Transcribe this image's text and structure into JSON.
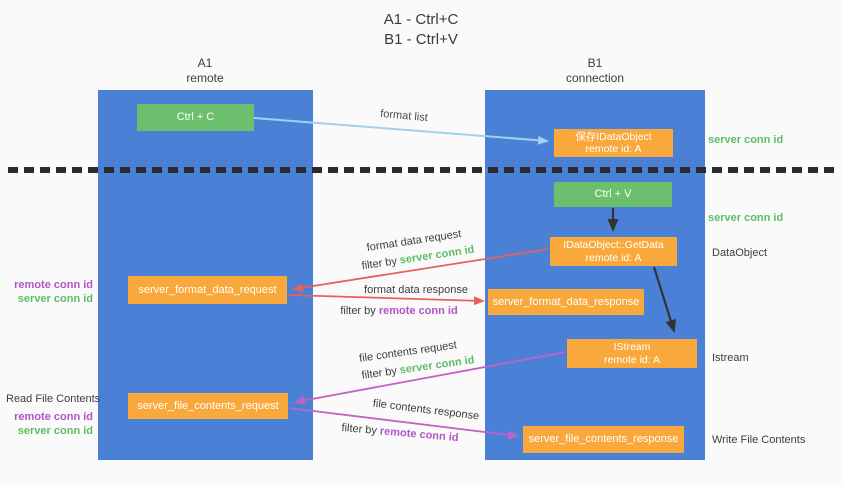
{
  "title": {
    "line1": "A1 - Ctrl+C",
    "line2": "B1 - Ctrl+V"
  },
  "columns": {
    "left": {
      "name": "A1",
      "subtitle": "remote"
    },
    "right": {
      "name": "B1",
      "subtitle": "connection"
    }
  },
  "boxes": {
    "ctrl_c": {
      "label": "Ctrl + C"
    },
    "save_dataobject": {
      "line1": "保存IDataObject",
      "line2": "remote id: A"
    },
    "ctrl_v": {
      "label": "Ctrl + V"
    },
    "getdata": {
      "line1": "IDataObject::GetData",
      "line2": "remote id: A"
    },
    "format_data_request": {
      "label": "server_format_data_request"
    },
    "format_data_response": {
      "label": "server_format_data_response"
    },
    "istream": {
      "line1": "IStream",
      "line2": "remote id: A"
    },
    "file_contents_request": {
      "label": "server_file_contents_request"
    },
    "file_contents_response": {
      "label": "server_file_contents_response"
    }
  },
  "side_labels": {
    "server_conn_id_top": "server conn id",
    "server_conn_id_mid": "server conn id",
    "dataobject": "DataObject",
    "istream": "Istream",
    "write_file_contents": "Write File Contents",
    "read_file_contents": "Read File Contents",
    "left_remote_conn_id_1": "remote conn id",
    "left_server_conn_id_1": "server conn id",
    "left_remote_conn_id_2": "remote conn id",
    "left_server_conn_id_2": "server conn id"
  },
  "arrow_labels": {
    "format_list": "format list",
    "format_data_request": "format data request",
    "format_data_response": "format data response",
    "file_contents_request": "file contents request",
    "file_contents_response": "file contents response",
    "filter_by": "filter by",
    "server_conn_id": "server conn id",
    "remote_conn_id": "remote conn id"
  },
  "colors": {
    "background": "#fafafa",
    "lifeline_blue": "#4a80d6",
    "node_green": "#6cbf6d",
    "node_orange": "#f9a83c",
    "arrow_light_blue": "#a3d0f0",
    "arrow_black": "#333333",
    "arrow_red": "#e8605c",
    "arrow_magenta": "#c261c6",
    "text_green": "#5cbd66",
    "text_purple": "#b055c8",
    "text_dark": "#3d3d3d",
    "separator": "#2b2b2b"
  }
}
